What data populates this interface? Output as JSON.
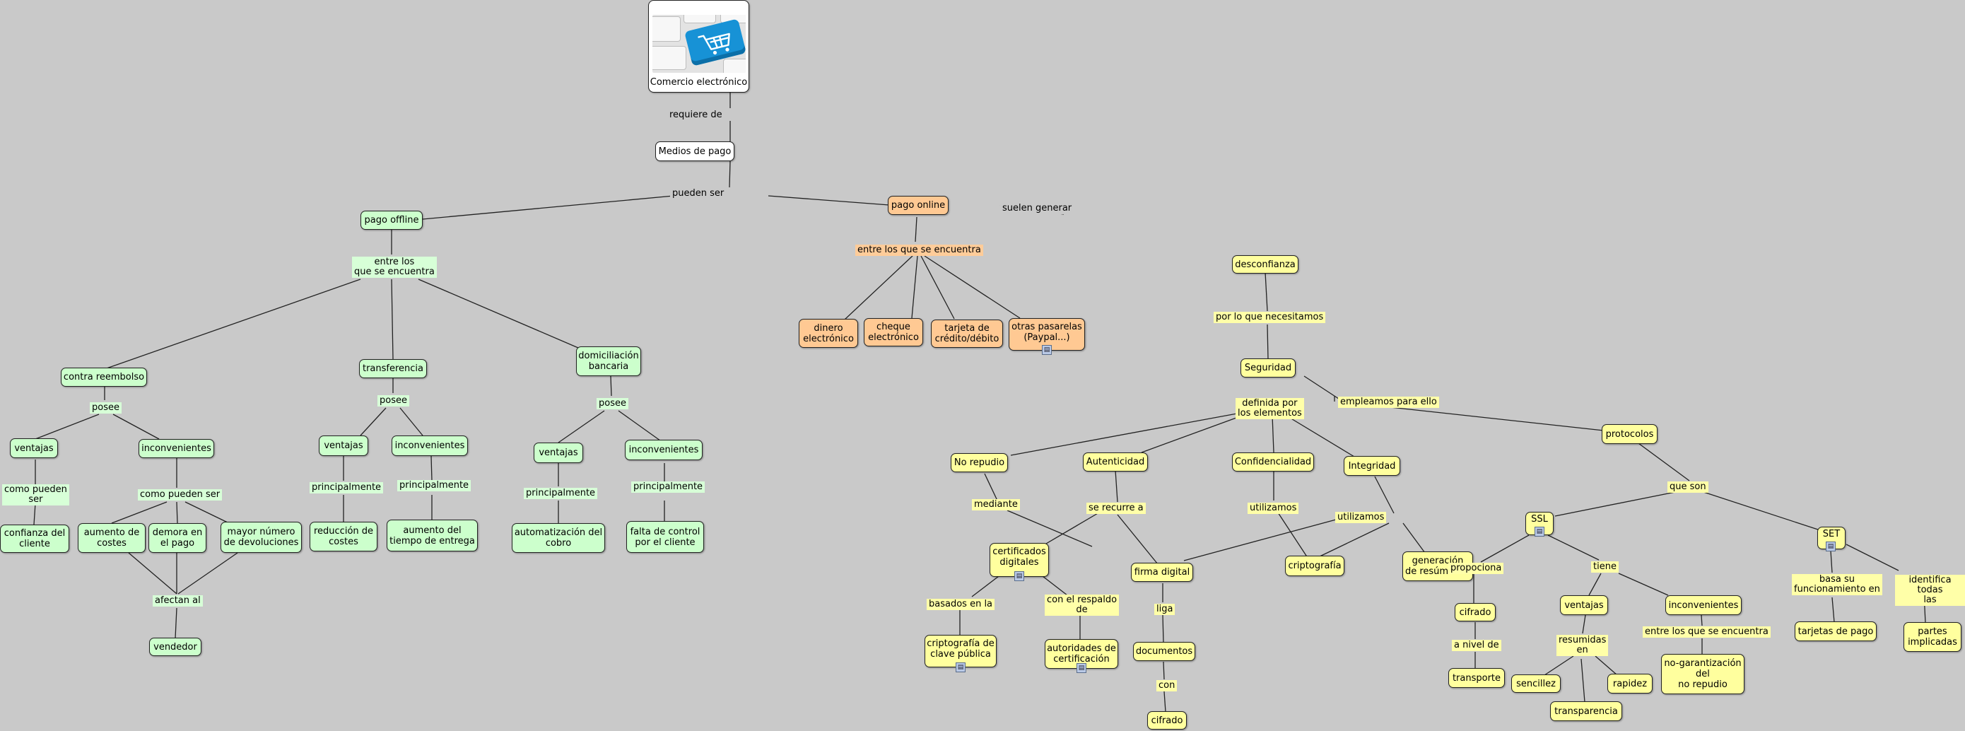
{
  "diagram": {
    "root": {
      "label": "Comercio electrónico",
      "image": "shopping-cart-keyboard-key"
    },
    "nodes": {
      "medios_de_pago": "Medios de pago",
      "pago_offline": "pago offline",
      "pago_online": "pago online",
      "contra_reembolso": "contra reembolso",
      "transferencia": "transferencia",
      "domiciliacion_bancaria": "domiciliación\nbancaria",
      "ventajas_1": "ventajas",
      "inconvenientes_1": "inconvenientes",
      "confianza_del_cliente": "confianza del\ncliente",
      "aumento_de_costes": "aumento de\ncostes",
      "demora_en_el_pago": "demora en\nel pago",
      "mayor_numero_devoluciones": "mayor número\nde devoluciones",
      "vendedor": "vendedor",
      "ventajas_2": "ventajas",
      "inconvenientes_2": "inconvenientes",
      "reduccion_de_costes": "reducción de\ncostes",
      "aumento_tiempo_entrega": "aumento del\ntiempo de entrega",
      "ventajas_3": "ventajas",
      "inconvenientes_3": "inconvenientes",
      "automatizacion_del_cobro": "automatización del\ncobro",
      "falta_de_control": "falta de control\npor el cliente",
      "dinero_electronico": "dinero\nelectrónico",
      "cheque_electronico": "cheque\nelectrónico",
      "tarjeta_credito": "tarjeta de\ncrédito/débito",
      "otras_pasarelas": "otras pasarelas\n(Paypal...)",
      "desconfianza": "desconfianza",
      "seguridad": "Seguridad",
      "no_repudio": "No repudio",
      "autenticidad": "Autenticidad",
      "confidencialidad": "Confidencialidad",
      "integridad": "Integridad",
      "protocolos": "protocolos",
      "certificados_digitales": "certificados\ndigitales",
      "firma_digital": "firma digital",
      "criptografia": "criptografía",
      "generacion_resumenes": "generación\nde resúmenes",
      "criptografia_clave_publica": "criptografía de\nclave pública",
      "autoridades_certificacion": "autoridades de\ncertificación",
      "documentos": "documentos",
      "cifrado_firma": "cifrado",
      "ssl": "SSL",
      "set": "SET",
      "cifrado_ssl": "cifrado",
      "transporte": "transporte",
      "ventajas_ssl": "ventajas",
      "inconvenientes_ssl": "inconvenientes",
      "sencillez": "sencillez",
      "rapidez": "rapidez",
      "transparencia": "transparencia",
      "no_garantizacion": "no-garantización\ndel\nno repudio",
      "tarjetas_de_pago": "tarjetas de pago",
      "partes_implicadas": "partes\nimplicadas"
    },
    "linking_phrases": {
      "requiere_de": "requiere de",
      "pueden_ser": "pueden ser",
      "entre_los_offline": "entre los\nque se encuentra",
      "posee_1": "posee",
      "como_pueden_ser_1": "como pueden\nser",
      "como_pueden_ser_2": "como pueden ser",
      "afectan_al": "afectan al",
      "posee_2": "posee",
      "principalmente_1": "principalmente",
      "principalmente_2": "principalmente",
      "posee_3": "posee",
      "principalmente_3": "principalmente",
      "principalmente_4": "principalmente",
      "entre_los_online": "entre los que se encuentra",
      "suelen_generar": "suelen generar",
      "por_lo_que_necesitamos": "por lo que necesitamos",
      "definida_por": "definida por\nlos elementos",
      "empleamos_para_ello": "empleamos para ello",
      "mediante": "mediante",
      "se_recurre_a": "se recurre a",
      "utilizamos_1": "utilizamos",
      "utilizamos_2": "utilizamos",
      "basados_en_la": "basados en la",
      "con_el_respaldo": "con el respaldo\nde",
      "liga": "liga",
      "con": "con",
      "que_son": "que son",
      "propociona": "propociona",
      "a_nivel_de": "a nivel de",
      "tiene": "tiene",
      "resumidas_en": "resumidas\nen",
      "entre_los_que_se_encuentra_ssl": "entre los que se encuentra",
      "basa_su_funcionamiento": "basa su\nfuncionamiento en",
      "identifica_todas": "identifica todas\nlas"
    },
    "colors": {
      "background": "#c9c9c9",
      "offline_branch": "#ccffcc",
      "online_branch": "#ffc993",
      "security_branch": "#ffff9e",
      "root_nodes": "#ffffff",
      "resource_icon": "#b9c9e6"
    }
  }
}
